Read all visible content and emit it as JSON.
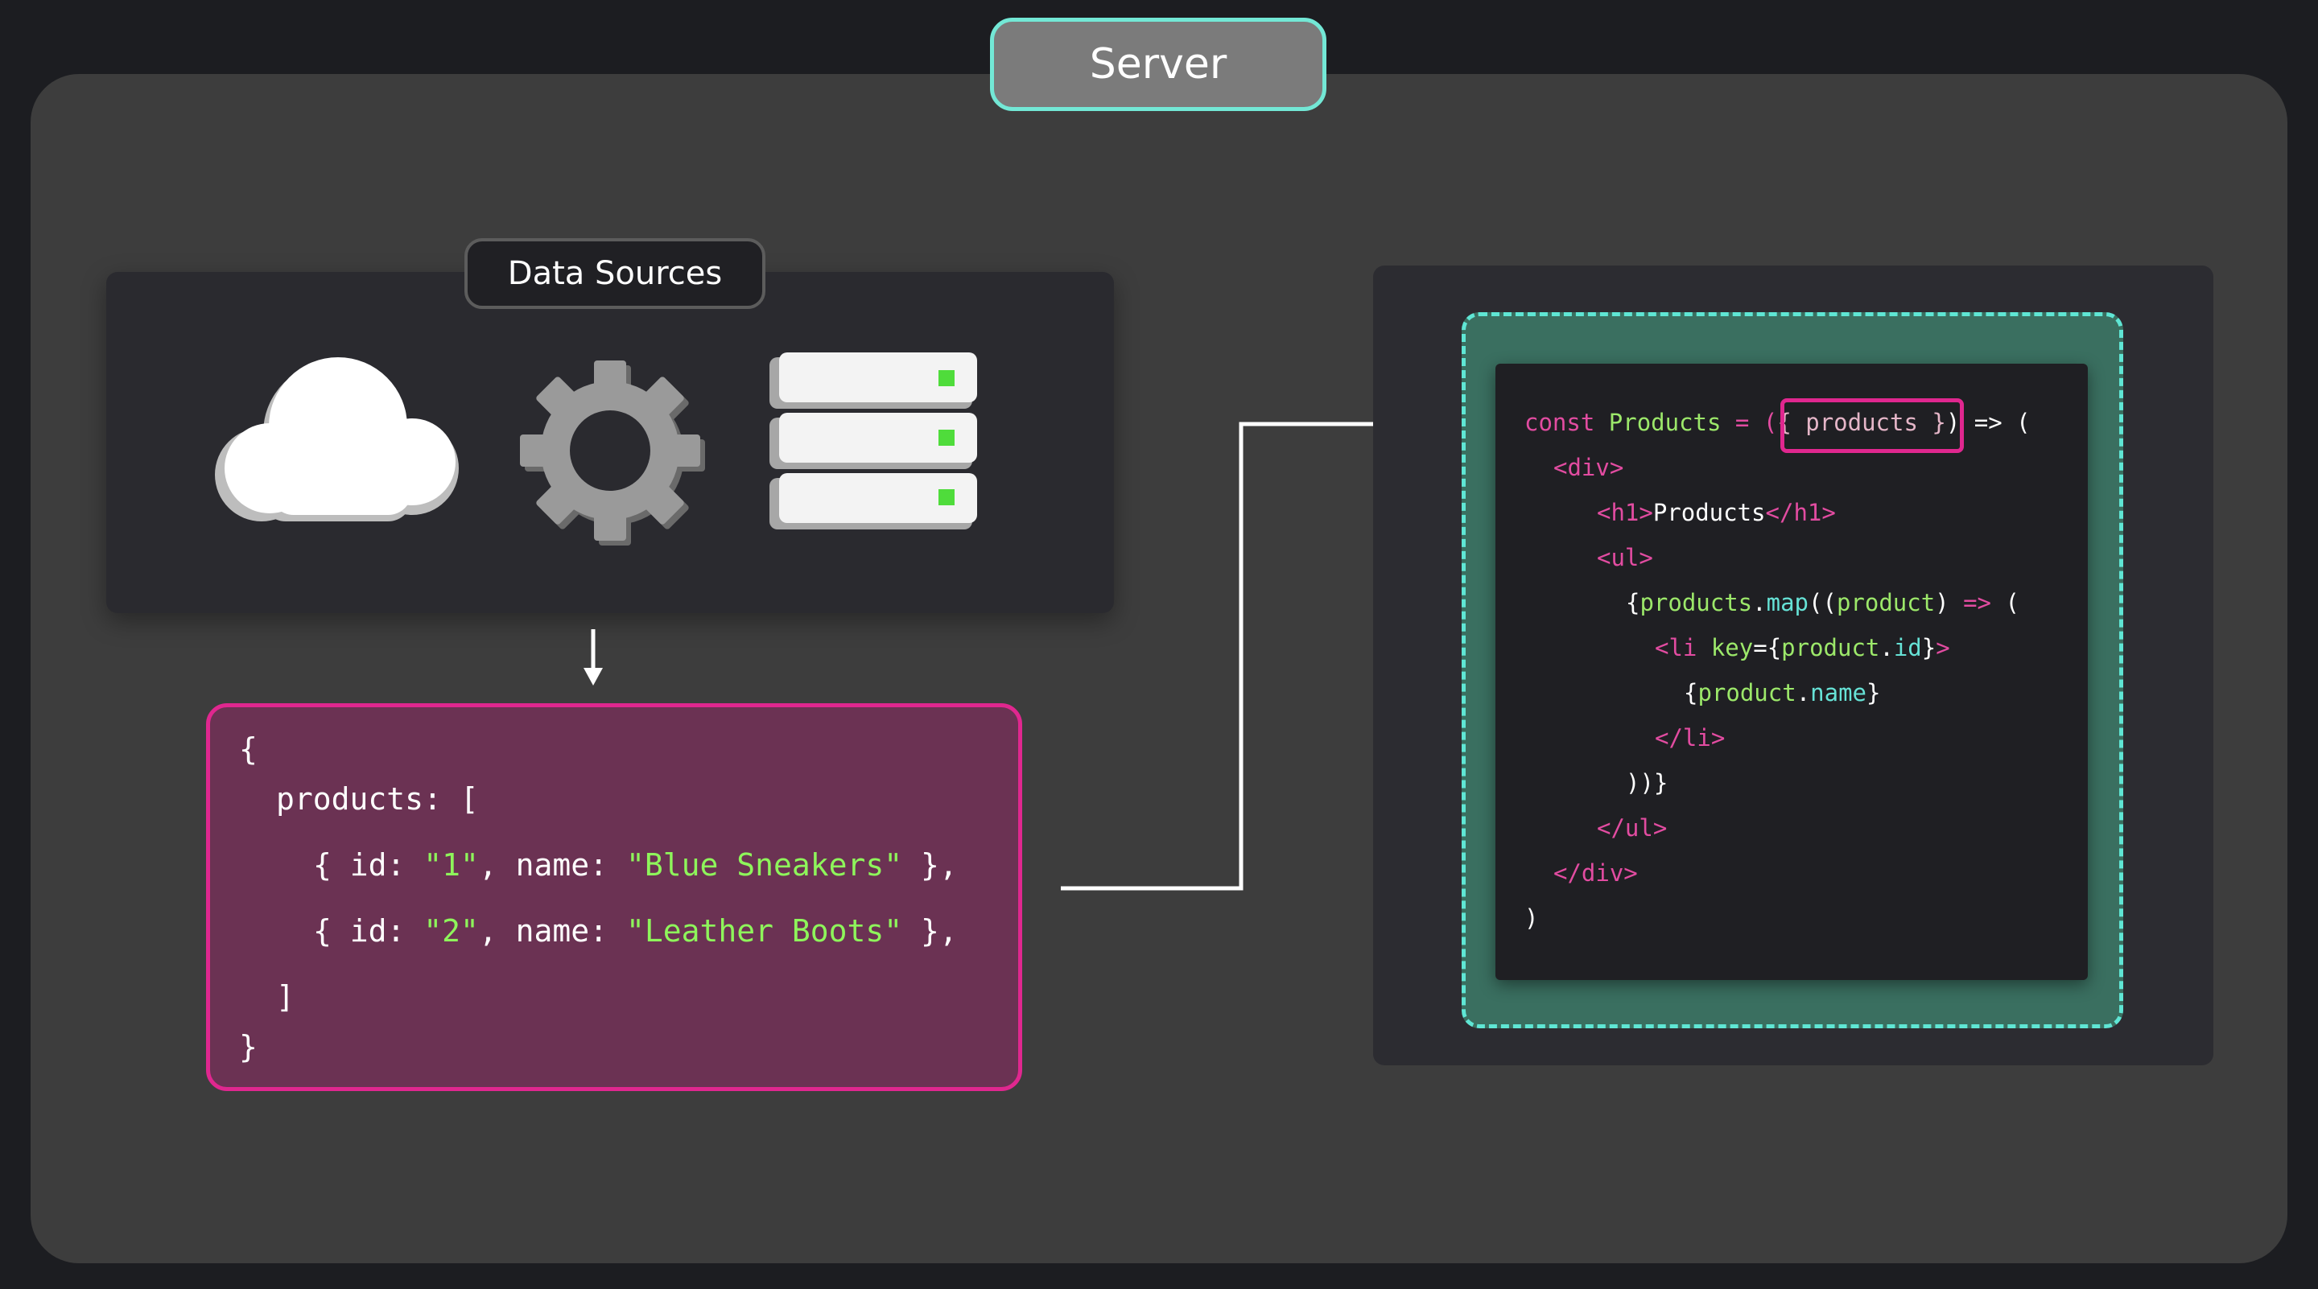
{
  "server": {
    "title": "Server"
  },
  "data_sources": {
    "label": "Data Sources",
    "icons": [
      "cloud-icon",
      "gear-icon",
      "database-server-icon"
    ],
    "colors": {
      "status_led": "#4fdc3b"
    }
  },
  "json_payload": {
    "lines": [
      "{",
      "products: [",
      "{ id: ",
      "\"1\"",
      ", name: ",
      "\"Blue Sneakers\"",
      " },",
      "{ id: ",
      "\"2\"",
      ", name: ",
      "\"Leather Boots\"",
      " },",
      "]",
      "}"
    ]
  },
  "component_code": {
    "line1": {
      "const": "const",
      "name": "Products",
      "eq": " = (",
      "param": "{ products }",
      "arrow": ") => ("
    },
    "line2": "<div>",
    "line3": {
      "open": "<h1>",
      "text": "Products",
      "close": "</h1>"
    },
    "line4": "<ul>",
    "line5": {
      "b1": "{",
      "obj": "products",
      "dot": ".",
      "fn": "map",
      "p1": "((",
      "arg": "product",
      "p2": ") ",
      "arrow": "=>",
      "p3": " ("
    },
    "line6": {
      "open": "<li ",
      "attr": "key",
      "eq": "={",
      "obj": "product",
      "dot": ".",
      "prop": "id",
      "close": "}",
      "gt": ">"
    },
    "line7": {
      "b1": "{",
      "obj": "product",
      "dot": ".",
      "prop": "name",
      "b2": "}"
    },
    "line8": "</li>",
    "line9": "))}",
    "line10": "</ul>",
    "line11": "</div>",
    "line12": ")"
  },
  "colors": {
    "accent_teal": "#73e8d6",
    "accent_pink": "#e0278f",
    "string_green": "#8ef55b"
  }
}
